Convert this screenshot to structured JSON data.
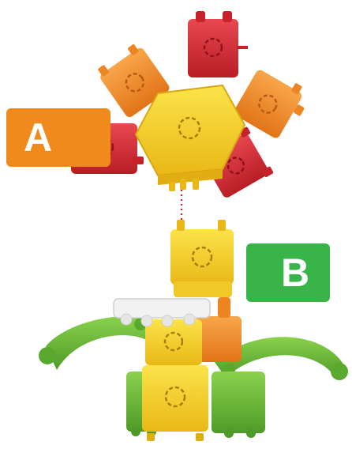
{
  "labels": {
    "a": "A",
    "b": "B"
  },
  "colors": {
    "label_a": "#f08a1d",
    "label_b": "#38b449",
    "yellow": "#f8d62a",
    "orange": "#f48e2a",
    "red": "#d92d35",
    "green": "#6cbd3a",
    "white": "#f2f2f2",
    "connector": "#c8202b"
  },
  "icons": {
    "top_flower": "flower-head-model-icon",
    "bottom_base": "flower-base-model-icon",
    "connector": "dotted-connector-line"
  }
}
